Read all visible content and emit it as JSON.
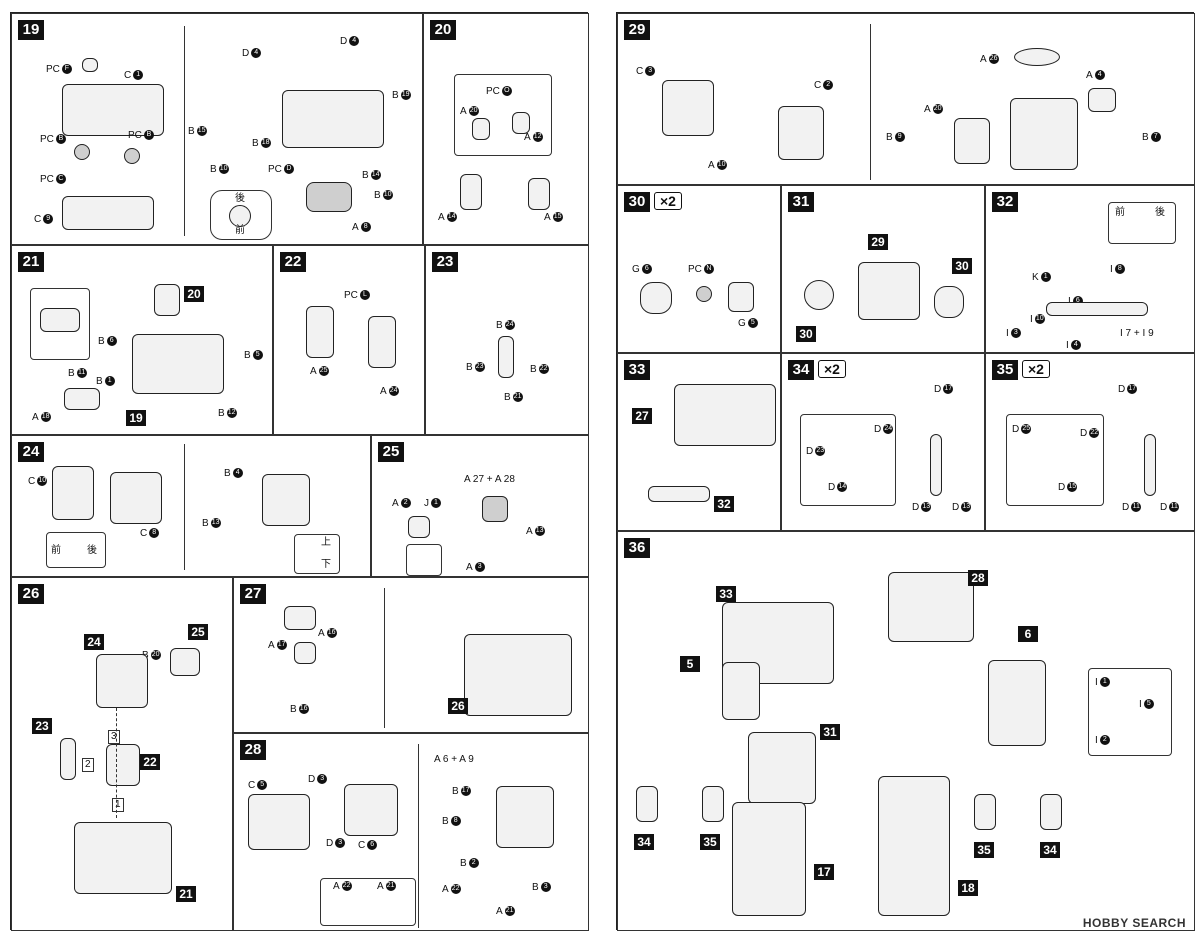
{
  "steps": {
    "s19": {
      "num": "19",
      "labels": [
        "PC",
        "C",
        "PC",
        "PC",
        "PC",
        "C",
        "D",
        "D",
        "B",
        "B",
        "B",
        "B",
        "PC",
        "B",
        "B",
        "A"
      ],
      "letters": [
        "F",
        "B",
        "B",
        "C",
        "1",
        "9"
      ],
      "detail": [
        "後",
        "前"
      ]
    },
    "s20": {
      "num": "20",
      "labels": [
        "PC",
        "A",
        "A",
        "A",
        "A"
      ]
    },
    "s21": {
      "num": "21",
      "labels": [
        "B",
        "B",
        "B",
        "B",
        "A",
        "B"
      ],
      "refs": [
        "20",
        "19"
      ]
    },
    "s22": {
      "num": "22",
      "labels": [
        "PC",
        "A",
        "A"
      ]
    },
    "s23": {
      "num": "23",
      "labels": [
        "B",
        "B",
        "B",
        "B"
      ]
    },
    "s24": {
      "num": "24",
      "labels": [
        "C",
        "C",
        "B",
        "B"
      ],
      "detail": [
        "前",
        "後",
        "上",
        "下"
      ]
    },
    "s25": {
      "num": "25",
      "labels": [
        "A",
        "J",
        "A",
        "A",
        "A"
      ],
      "combo": "A 27 + A 28"
    },
    "s26": {
      "num": "26",
      "labels": [
        "B"
      ],
      "refs": [
        "24",
        "25",
        "23",
        "22",
        "21"
      ],
      "order": [
        "3",
        "2",
        "1"
      ]
    },
    "s27": {
      "num": "27",
      "labels": [
        "A",
        "A",
        "B"
      ],
      "refs": [
        "26"
      ]
    },
    "s28": {
      "num": "28",
      "labels": [
        "C",
        "D",
        "D",
        "C",
        "B",
        "B",
        "B",
        "A",
        "A",
        "B"
      ],
      "combo": "A 6 + A 9",
      "refs": [
        "A",
        "A"
      ]
    },
    "s29": {
      "num": "29",
      "labels": [
        "C",
        "C",
        "A",
        "A",
        "A",
        "A",
        "B",
        "B"
      ]
    },
    "s30": {
      "num": "30",
      "mult": "×2",
      "labels": [
        "G",
        "PC",
        "G"
      ]
    },
    "s31": {
      "num": "31",
      "refs": [
        "29",
        "30",
        "30"
      ]
    },
    "s32": {
      "num": "32",
      "labels": [
        "K",
        "I",
        "I",
        "I",
        "I",
        "I",
        "I"
      ],
      "combo": "I 7 + I 9",
      "detail": [
        "前",
        "後"
      ]
    },
    "s33": {
      "num": "33",
      "refs": [
        "27",
        "32"
      ]
    },
    "s34": {
      "num": "34",
      "mult": "×2",
      "labels": [
        "D",
        "D",
        "D",
        "D",
        "D"
      ]
    },
    "s35": {
      "num": "35",
      "mult": "×2",
      "labels": [
        "D",
        "D",
        "D",
        "D",
        "D"
      ]
    },
    "s36": {
      "num": "36",
      "refs": [
        "33",
        "28",
        "5",
        "6",
        "31",
        "34",
        "35",
        "17",
        "18",
        "35",
        "34"
      ],
      "labels": [
        "I",
        "I",
        "I"
      ]
    }
  },
  "watermark": "HOBBY SEARCH"
}
